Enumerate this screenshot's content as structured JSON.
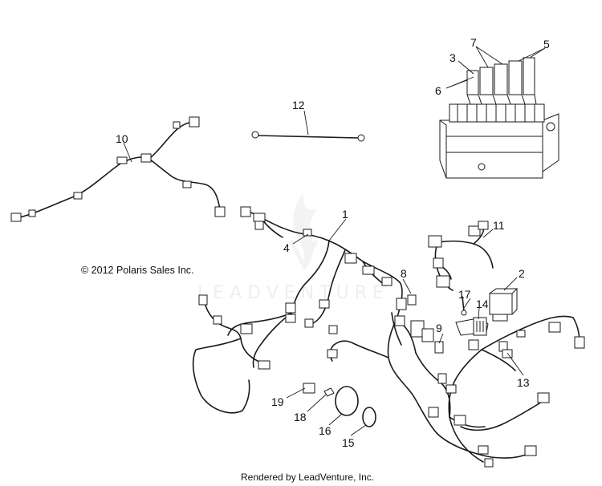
{
  "copyright": "© 2012 Polaris Sales Inc.",
  "rendered_by": "Rendered by LeadVenture, Inc.",
  "watermark": "LEADVENTURE",
  "callouts": {
    "c1": "1",
    "c2": "2",
    "c3": "3",
    "c4": "4",
    "c5": "5",
    "c6": "6",
    "c7": "7",
    "c8": "8",
    "c9": "9",
    "c10": "10",
    "c11": "11",
    "c12": "12",
    "c13": "13",
    "c14": "14",
    "c15": "15",
    "c16": "16",
    "c17": "17",
    "c18": "18",
    "c19": "19"
  },
  "colors": {
    "line": "#1a1a1a",
    "watermark": "#e4e4e4"
  }
}
